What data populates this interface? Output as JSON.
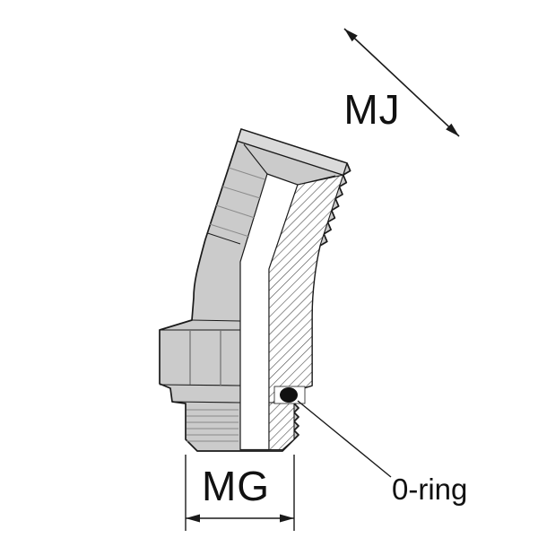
{
  "labels": {
    "mj": "MJ",
    "mg": "MG",
    "oring": "0-ring"
  },
  "diagram": {
    "type": "technical-drawing",
    "subject": "45-degree hydraulic adapter fitting, half section view",
    "ports": [
      {
        "name": "MJ",
        "description": "male JIC flare thread, angled upper port"
      },
      {
        "name": "MG",
        "description": "male straight thread with o-ring, bottom port"
      }
    ],
    "callouts": [
      "MJ",
      "MG",
      "0-ring"
    ]
  },
  "colors": {
    "background": "#ffffff",
    "outline": "#1a1a1a",
    "body_fill": "#cbcbcb",
    "face_fill": "#dadada",
    "bore_fill": "#ffffff",
    "hatch_line": "#4a4a4a",
    "detail_line": "#8a8a8a",
    "oring_fill": "#111111"
  }
}
